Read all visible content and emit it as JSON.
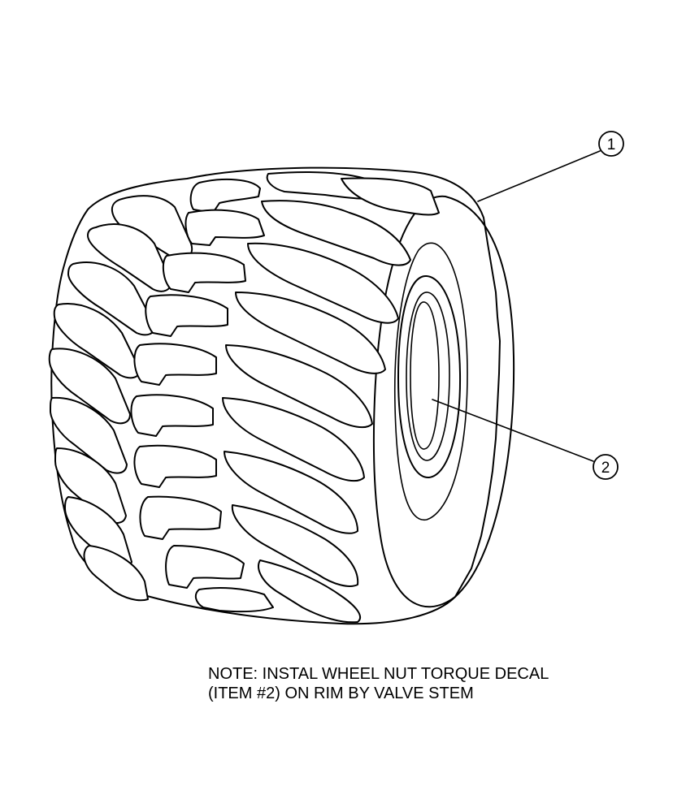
{
  "callouts": [
    {
      "label": "1"
    },
    {
      "label": "2"
    }
  ],
  "note": {
    "line1": "NOTE: INSTAL WHEEL NUT TORQUE DECAL",
    "line2": "(ITEM #2) ON RIM BY VALVE STEM"
  },
  "colors": {
    "ink": "#000000",
    "paper": "#ffffff"
  }
}
